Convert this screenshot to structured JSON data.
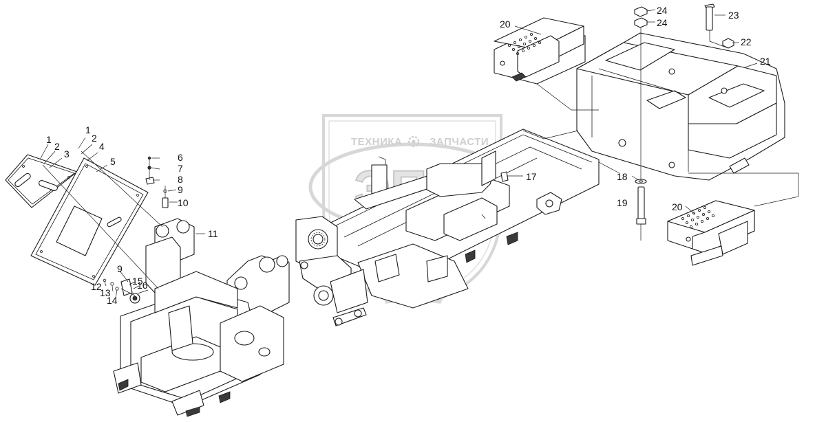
{
  "watermark": {
    "brand_left": "ТЕХНИКА",
    "brand_right": "ЗАПЧАСТИ",
    "emblem": "ЭПФ",
    "color": "#b8b8b8"
  },
  "callouts": {
    "c1a": "1",
    "c2a": "2",
    "c3": "3",
    "c1b": "1",
    "c2b": "2",
    "c4": "4",
    "c5": "5",
    "c6": "6",
    "c7": "7",
    "c8": "8",
    "c9a": "9",
    "c10": "10",
    "c11": "11",
    "c9b": "9",
    "c12": "12",
    "c13": "13",
    "c14": "14",
    "c15": "15",
    "c16": "16",
    "c17": "17",
    "c18": "18",
    "c19": "19",
    "c20a": "20",
    "c20b": "20",
    "c21": "21",
    "c22": "22",
    "c23": "23",
    "c24a": "24",
    "c24b": "24"
  }
}
